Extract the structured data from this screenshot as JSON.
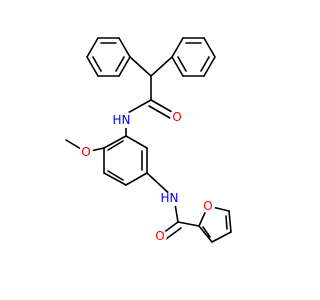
{
  "molecule": {
    "atoms": {
      "amide_n_top": {
        "symbol": "N",
        "sub": "H",
        "color": "#0000ff"
      },
      "amide_o_top": {
        "symbol": "O",
        "sub": "",
        "color": "#ff0000"
      },
      "methoxy_o": {
        "symbol": "O",
        "sub": "",
        "color": "#ff0000"
      },
      "amide_n_bottom": {
        "symbol": "N",
        "sub": "H",
        "color": "#0000ff"
      },
      "amide_o_bottom": {
        "symbol": "O",
        "sub": "",
        "color": "#ff0000"
      },
      "furan_o": {
        "symbol": "O",
        "sub": "",
        "color": "#ff0000"
      }
    }
  }
}
